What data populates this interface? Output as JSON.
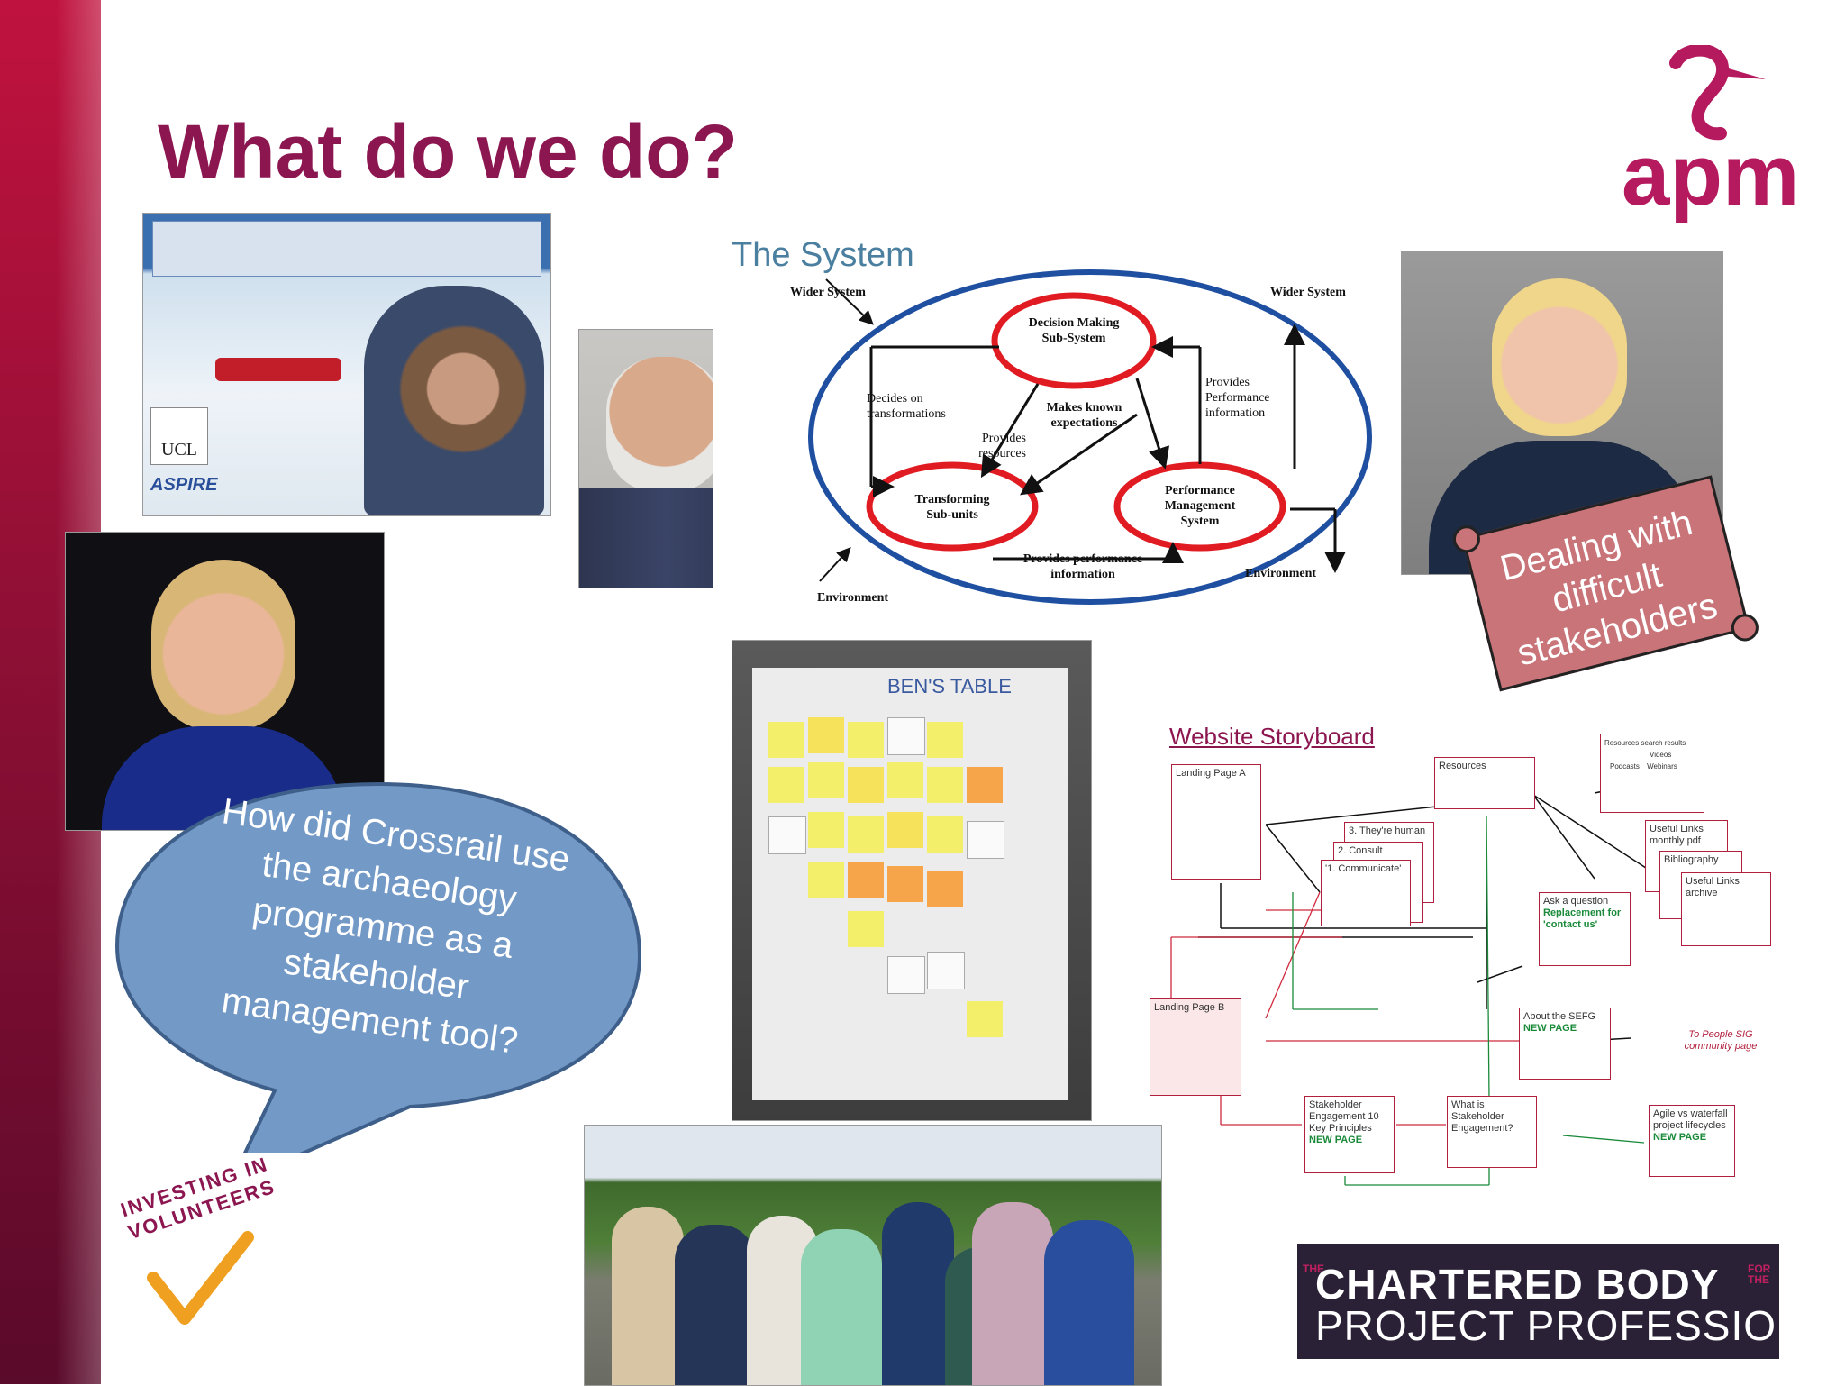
{
  "slide": {
    "title": "What do we do?"
  },
  "logos": {
    "apm": "apm",
    "investing_in_volunteers": "INVESTING IN VOLUNTEERS",
    "chartered_line1": "CHARTERED BODY",
    "chartered_line2": "PROJECT PROFESSION",
    "chartered_small_the": "THE",
    "chartered_small_for_the": "FOR THE"
  },
  "photo_aspire": {
    "ucl_label": "UCL",
    "aspire_label": "ASPIRE"
  },
  "system_diagram": {
    "title": "The System",
    "wider_system_left": "Wider System",
    "wider_system_right": "Wider System",
    "decision": "Decision Making Sub-System",
    "transforming": "Transforming Sub-units",
    "performance": "Performance Management System",
    "decides_on": "Decides on transformations",
    "provides_resources": "Provides resources",
    "makes_known": "Makes known expectations",
    "provides_perf_info": "Provides Performance information",
    "provides_perf_bottom": "Provides performance information",
    "environment_left": "Environment",
    "environment_right": "Environment"
  },
  "scroll": {
    "text": "Dealing with difficult stakeholders"
  },
  "speech_bubble": {
    "text": "How did Crossrail use the archaeology programme as a stakeholder management tool?"
  },
  "flipchart": {
    "header": "BEN'S TABLE"
  },
  "storyboard": {
    "title": "Website Storyboard",
    "landing_a": "Landing Page A",
    "landing_b": "Landing Page B",
    "resources": "Resources",
    "theyre_human": "3. They're human",
    "consult": "2. Consult",
    "communicate": "'1. Communicate'",
    "resources_search": "Resources search results",
    "videos": "Videos",
    "podcasts": "Podcasts",
    "webinars": "Webinars",
    "useful_links_pdf": "Useful Links monthly pdf",
    "bibliography": "Bibliography",
    "useful_links_archive": "Useful Links archive",
    "ask_question": "Ask a question",
    "replacement": "Replacement for 'contact us'",
    "about_sefg": "About the SEFG",
    "new_page": "NEW PAGE",
    "to_people_sig": "To People SIG community page",
    "stakeholder_10": "Stakeholder Engagement 10 Key Principles",
    "what_is": "What is Stakeholder Engagement?",
    "agile": "Agile vs waterfall project lifecycles"
  },
  "colors": {
    "brand_magenta": "#8c1650",
    "bubble_blue": "#7399c6",
    "scroll_pink": "#c87478",
    "storyboard_red": "#b21f3d",
    "storyboard_green": "#1a8a3a"
  }
}
